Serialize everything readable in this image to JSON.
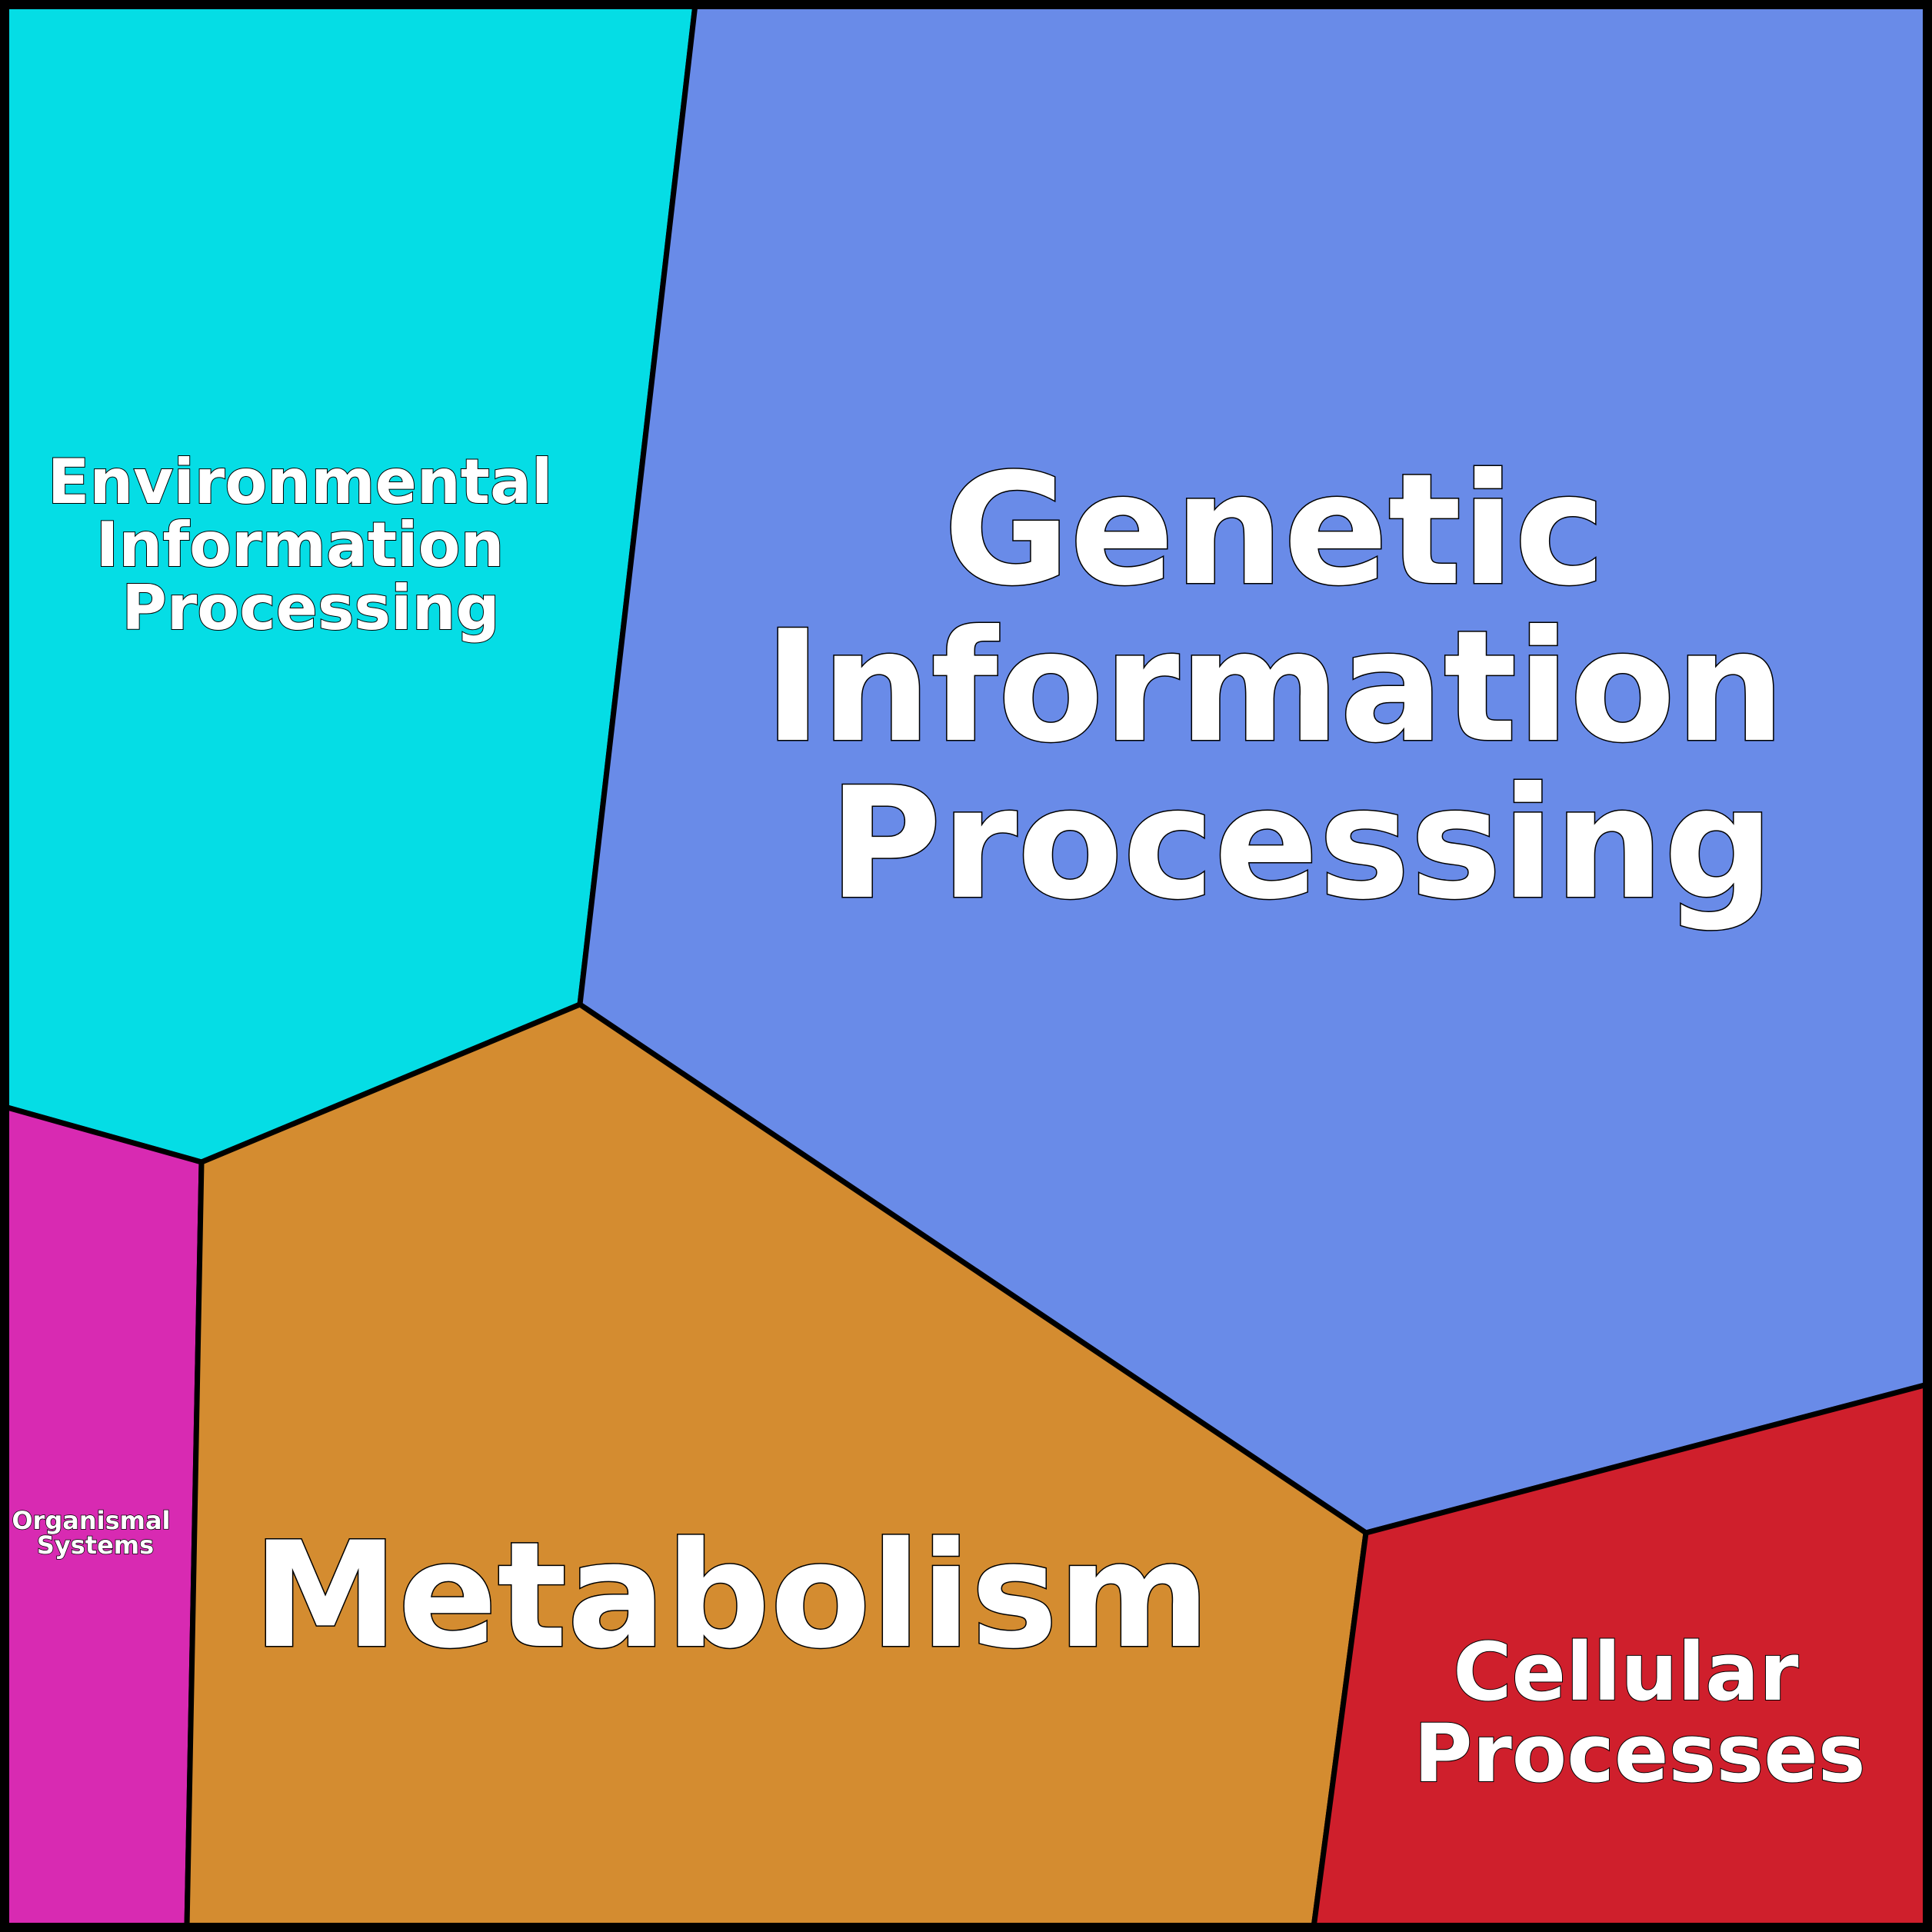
{
  "regions": {
    "environmental": {
      "lines": [
        "Environmental",
        "Information",
        "Processing"
      ],
      "color": "#05DDE5"
    },
    "genetic": {
      "lines": [
        "Genetic",
        "Information",
        "Processing"
      ],
      "color": "#698BE8"
    },
    "organismal": {
      "lines": [
        "Organismal",
        "Systems"
      ],
      "color": "#D82AB2"
    },
    "metabolism": {
      "lines": [
        "Metabolism"
      ],
      "color": "#D48C30"
    },
    "cellular": {
      "lines": [
        "Cellular",
        "Processes"
      ],
      "color": "#CF1F2C"
    }
  },
  "border_color": "#000000"
}
